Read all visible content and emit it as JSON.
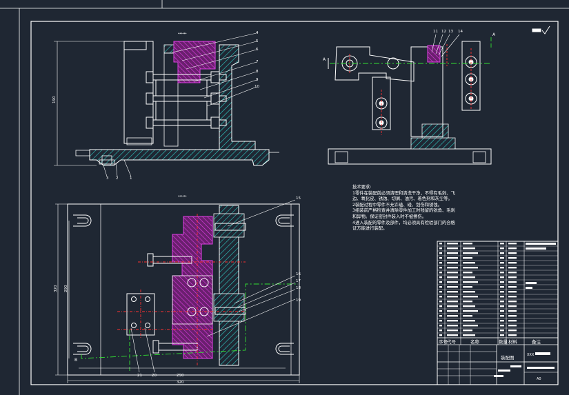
{
  "drawing": {
    "section_mark": "A",
    "front_view_label": "↔↔↔",
    "top_view_label": "↔↔↔",
    "balloons_front": [
      "4",
      "5",
      "6",
      "7",
      "8",
      "9",
      "10",
      "3",
      "2",
      "1"
    ],
    "balloons_side": [
      "11",
      "12",
      "13",
      "14"
    ],
    "balloons_top": [
      "15",
      "16",
      "17",
      "18",
      "19",
      "21",
      "20"
    ],
    "dims_front": {
      "height": "190"
    },
    "dims_top": {
      "height_outer": "320",
      "height_inner": "290",
      "width_inner": "290",
      "width_outer": "320"
    },
    "view_arrow_bottom": "B"
  },
  "tech_requirements": {
    "title": "技术要求:",
    "lines": [
      "1零件在装配前必须清理和清洗干净，不得有毛刺、飞",
      "边、氧化皮、锈蚀、切屑、油污、着色剂和灰尘等。",
      "2装配过程中零件不允许磕、碰、划伤和锈蚀。",
      "3组装前严格检查并清除零件加工时残留的锐角、毛刺",
      "和异物。保证密封件装入时不被擦伤。",
      "4进入装配的零件及部件，均必须具有检验部门的合格",
      "证方能进行装配。"
    ]
  },
  "title_block": {
    "header": [
      "序号",
      "代号",
      "名称",
      "数量",
      "材料",
      "备注"
    ],
    "drawing_name": "装配图",
    "company": "XXX",
    "scale": "A0"
  }
}
